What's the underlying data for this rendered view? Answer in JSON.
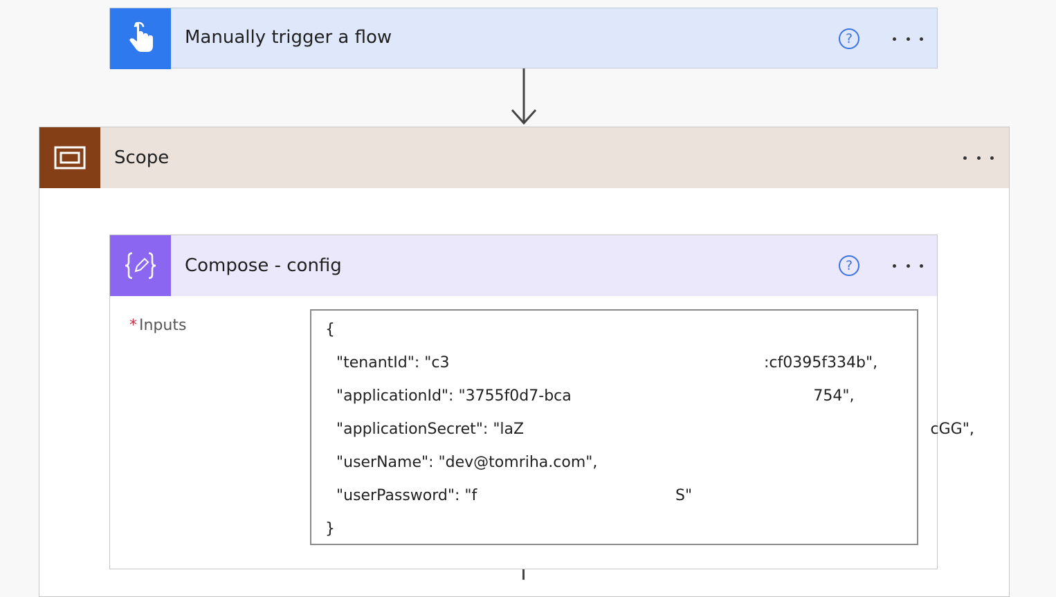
{
  "trigger": {
    "title": "Manually trigger a flow",
    "help_glyph": "?",
    "icon": "touch-hand-icon"
  },
  "scope": {
    "title": "Scope",
    "icon": "scope-frame-icon"
  },
  "compose": {
    "title": "Compose - config",
    "help_glyph": "?",
    "icon": "braces-pencil-icon",
    "inputs": {
      "required_mark": "*",
      "label": "Inputs",
      "lines": [
        "{",
        "\"tenantId\": \"c3                                                                 :cf0395f334b\",",
        "\"applicationId\": \"3755f0d7-bca                                                  754\",",
        "\"applicationSecret\": \"laZ                                                                                    cGG\",",
        "\"userName\": \"dev@tomriha.com\",",
        "\"userPassword\": \"f                                         S\"",
        "}"
      ]
    }
  },
  "colors": {
    "trigger_accent": "#2f79ee",
    "trigger_header": "#dfe8fb",
    "scope_accent": "#843f16",
    "scope_header": "#ebe2dc",
    "compose_accent": "#8b66f0",
    "compose_header": "#ebe8fc"
  }
}
